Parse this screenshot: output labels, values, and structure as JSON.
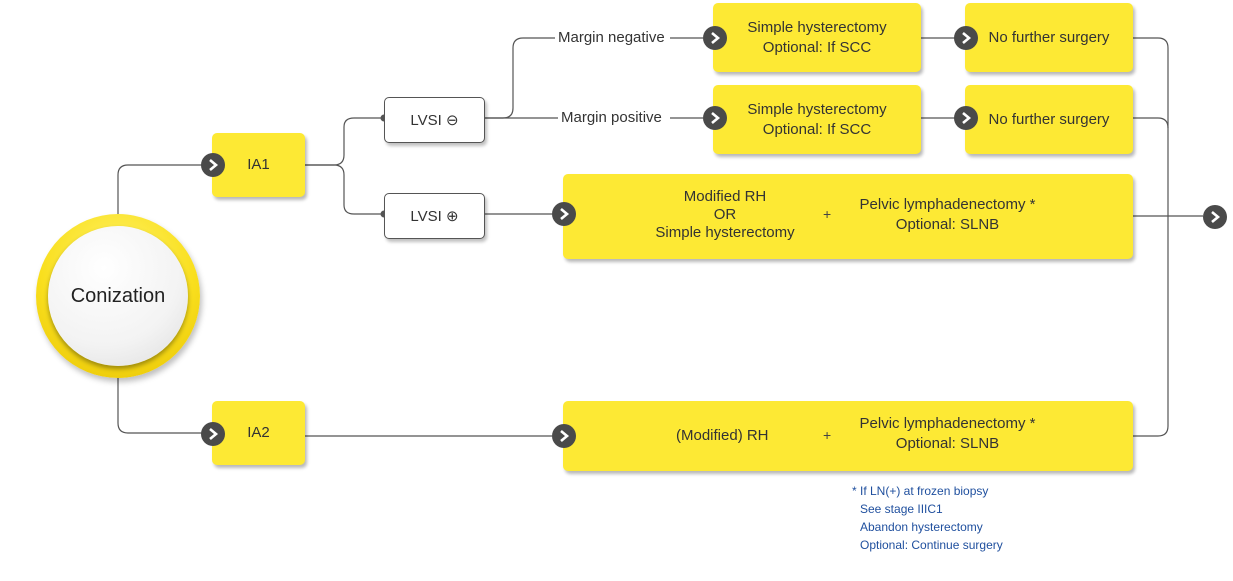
{
  "root": {
    "label": "Conization"
  },
  "stages": {
    "ia1": "IA1",
    "ia2": "IA2"
  },
  "lvsi": {
    "negative": "LVSI ⊖",
    "positive": "LVSI ⊕"
  },
  "margins": {
    "negative": "Margin negative",
    "positive": "Margin positive"
  },
  "treatments": {
    "margin_negative": {
      "line1": "Simple hysterectomy",
      "line2": "Optional: If SCC",
      "next": "No further surgery"
    },
    "margin_positive": {
      "line1": "Simple hysterectomy",
      "line2": "Optional: If SCC",
      "next": "No further surgery"
    },
    "lvsi_positive": {
      "surgery_line1": "Modified RH",
      "surgery_line2": "OR",
      "surgery_line3": "Simple hysterectomy",
      "plus": "+",
      "lymph_line1": "Pelvic lymphadenectomy *",
      "lymph_line2": "Optional: SLNB"
    },
    "ia2": {
      "surgery": "(Modified) RH",
      "plus": "+",
      "lymph_line1": "Pelvic lymphadenectomy *",
      "lymph_line2": "Optional: SLNB"
    }
  },
  "footnote": {
    "line1": "* If LN(+) at frozen biopsy",
    "line2": "See stage IIIC1",
    "line3": "Abandon hysterectomy",
    "line4": "Optional: Continue surgery"
  },
  "colors": {
    "box_fill": "#fde934",
    "arrow": "#4a4a4a",
    "line": "#555555",
    "footnote_text": "#1f4f9e"
  },
  "icons": [
    "arrow-right-circle-icon"
  ]
}
